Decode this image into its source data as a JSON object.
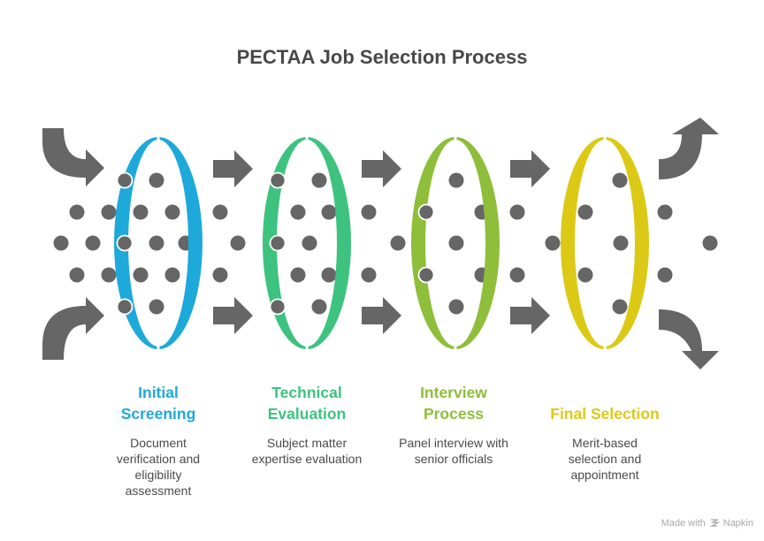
{
  "title": "PECTAA Job Selection Process",
  "stages": [
    {
      "title_lines": [
        "Initial",
        "Screening"
      ],
      "description_lines": [
        "Document",
        "verification and",
        "eligibility",
        "assessment"
      ],
      "color": "#1DA9DA"
    },
    {
      "title_lines": [
        "Technical",
        "Evaluation"
      ],
      "description_lines": [
        "Subject matter",
        "expertise evaluation"
      ],
      "color": "#3DC37F"
    },
    {
      "title_lines": [
        "Interview",
        "Process"
      ],
      "description_lines": [
        "Panel interview with",
        "senior officials"
      ],
      "color": "#8EBE3A"
    },
    {
      "title_lines": [
        "Final Selection"
      ],
      "description_lines": [
        "Merit-based",
        "selection and",
        "appointment"
      ],
      "color": "#DCC916"
    }
  ],
  "colors": {
    "title": "#484848",
    "icon": "#666666",
    "description": "#4a4a4a"
  },
  "credit": {
    "prefix": "Made with",
    "brand": "Napkin",
    "icon": "napkin-logo-icon"
  }
}
